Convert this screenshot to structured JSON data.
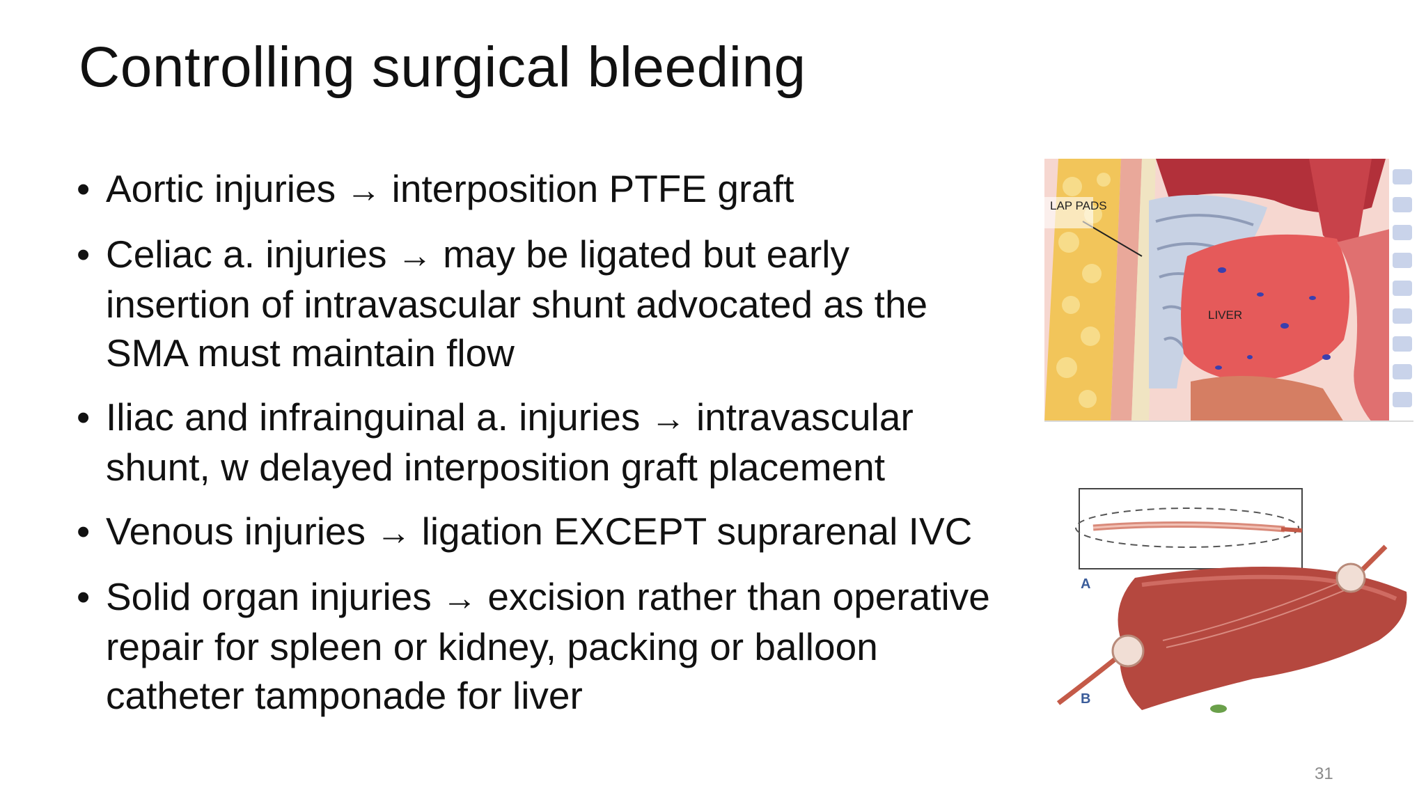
{
  "slide": {
    "title": "Controlling surgical bleeding",
    "page_number": "31",
    "bullets": [
      {
        "subject": "Aortic injuries",
        "arrow": "→",
        "text": "interposition PTFE graft"
      },
      {
        "subject": "Celiac a. injuries",
        "arrow": "→",
        "text": "may be ligated but early insertion of intravascular shunt advocated as the SMA must maintain flow"
      },
      {
        "subject": "Iliac and infrainguinal a. injuries",
        "arrow": "→",
        "text": "intravascular shunt, w delayed interposition graft placement"
      },
      {
        "subject": "Venous injuries",
        "arrow": "→",
        "text": "ligation EXCEPT suprarenal IVC"
      },
      {
        "subject": "Solid organ injuries",
        "arrow": "→",
        "text": "excision rather than operative repair for spleen or kidney, packing or balloon catheter tamponade for liver"
      }
    ],
    "figure1": {
      "label_pads": "LAP PADS",
      "label_liver": "LIVER"
    },
    "figure2": {
      "label_a": "A",
      "label_b": "B"
    }
  }
}
